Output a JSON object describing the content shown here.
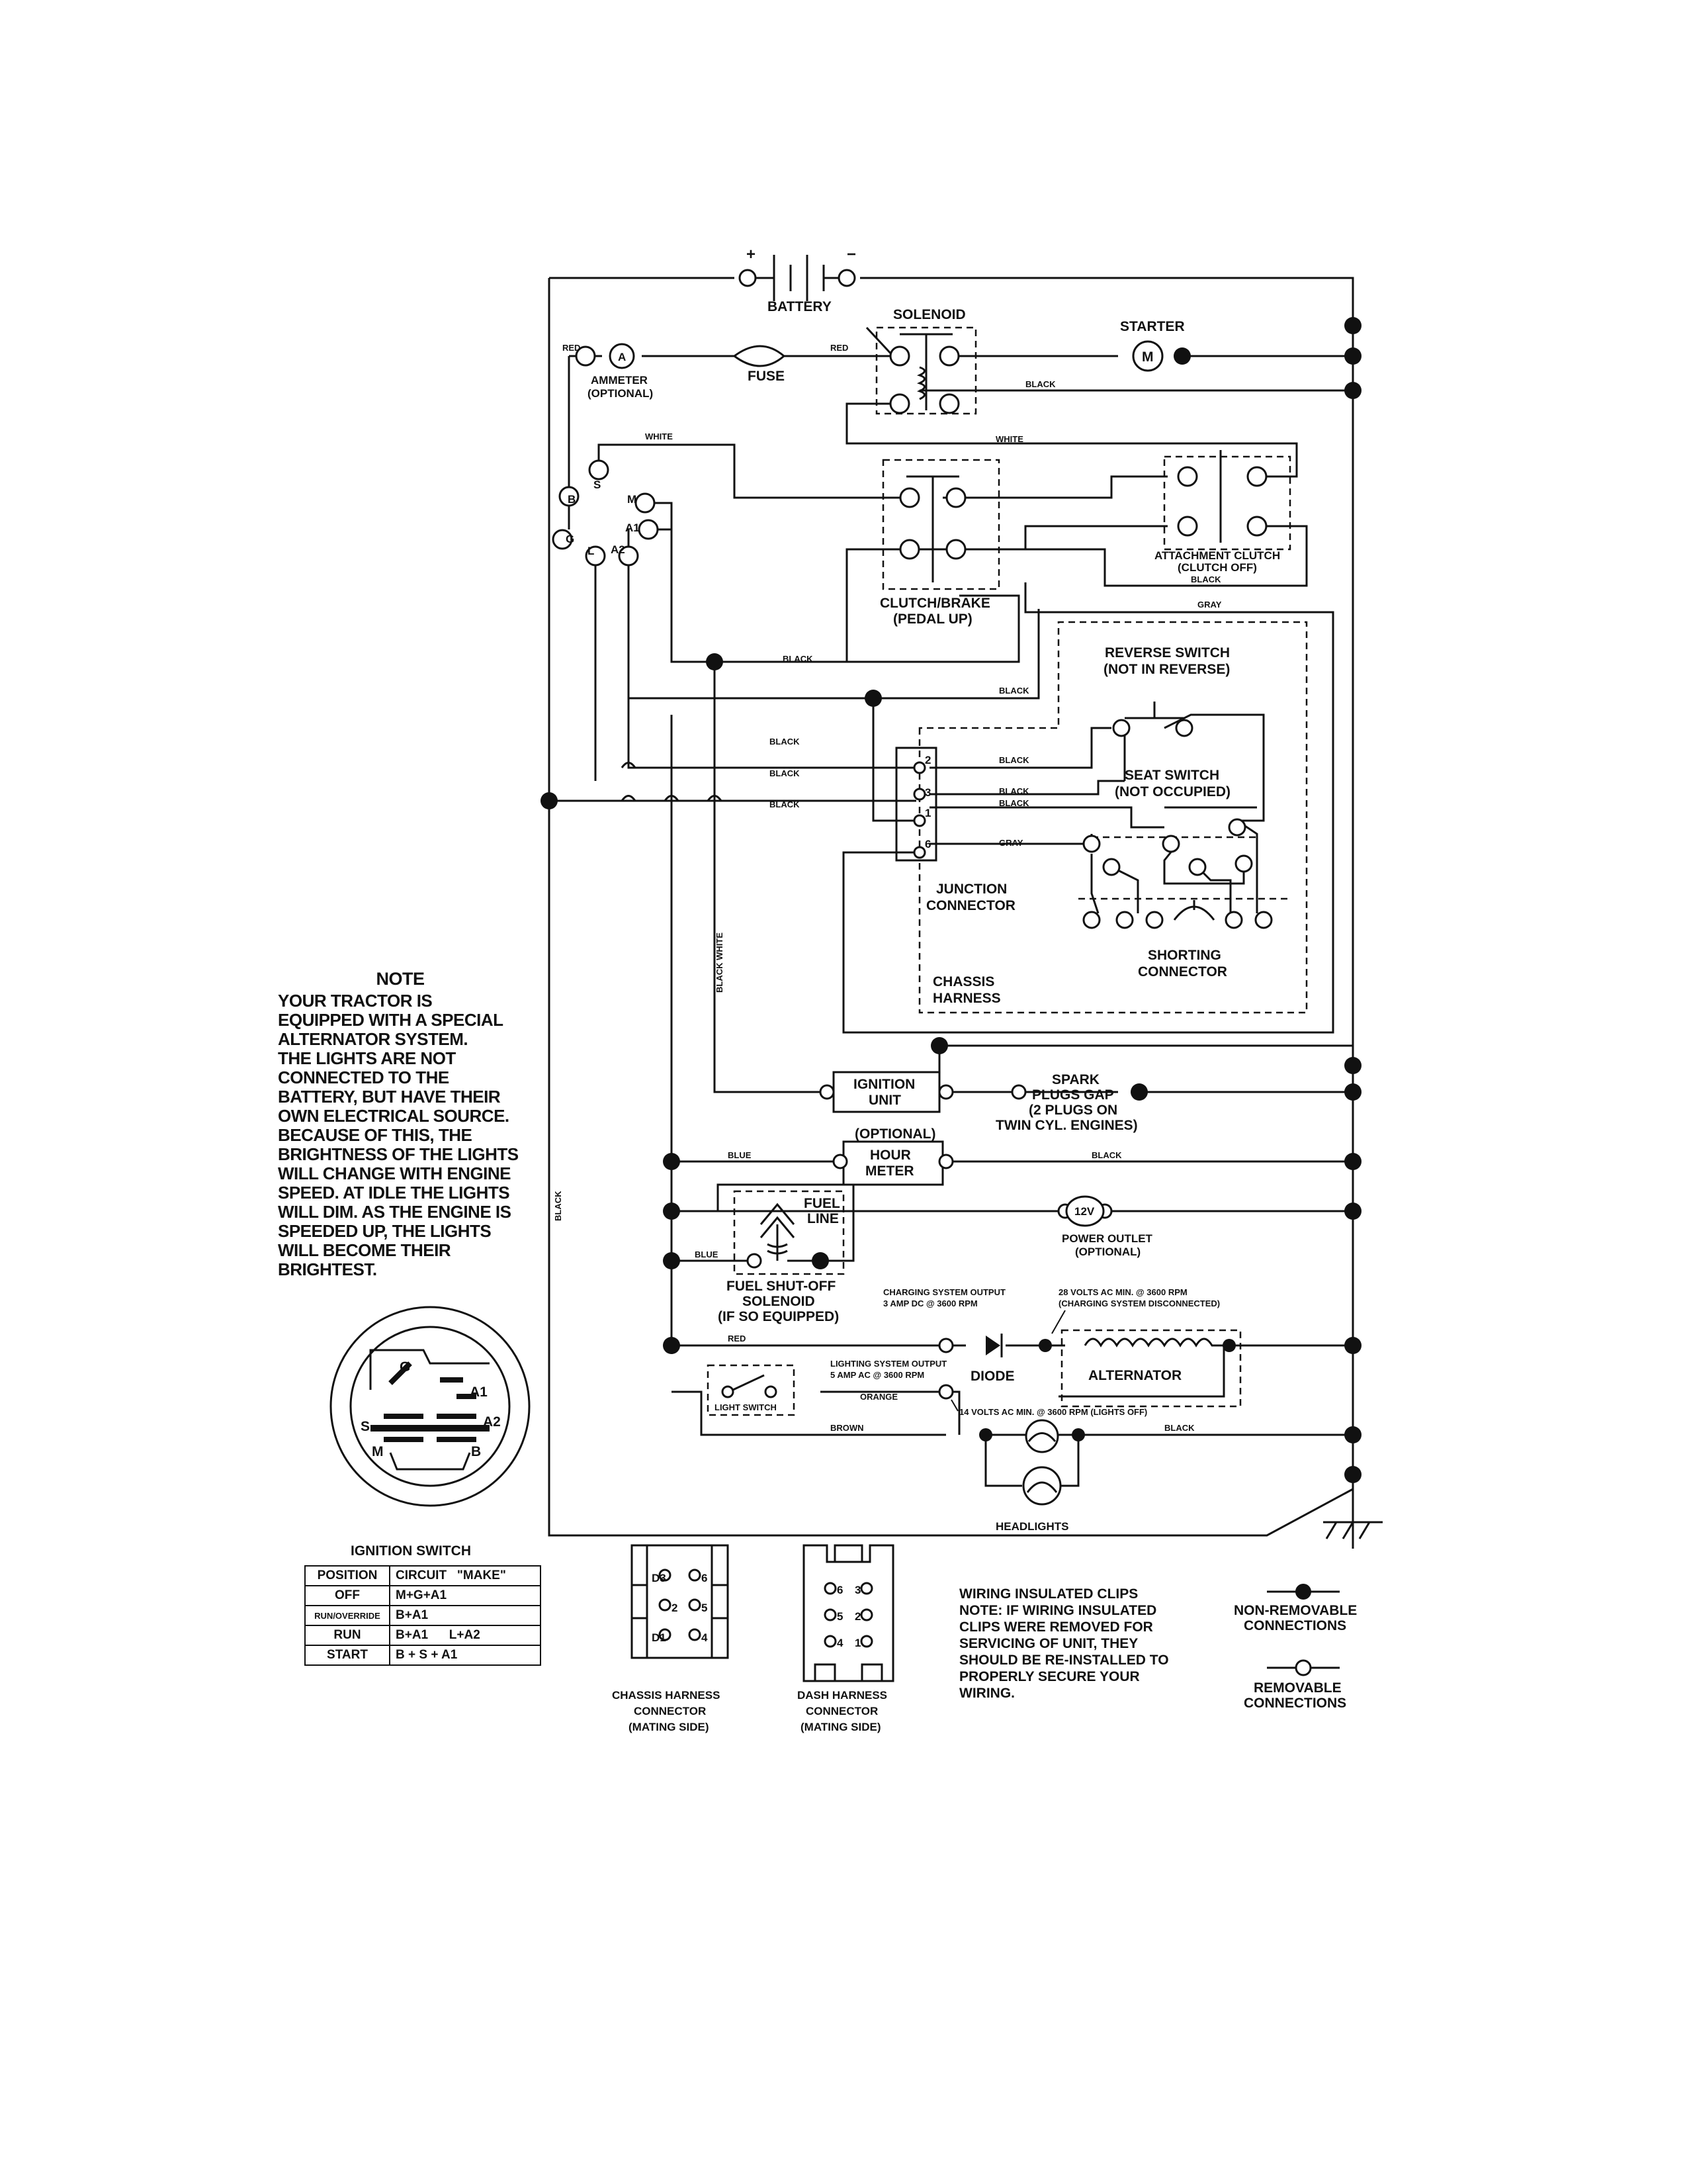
{
  "components": {
    "battery": "BATTERY",
    "battery_plus": "+",
    "battery_minus": "−",
    "solenoid": "SOLENOID",
    "starter": "STARTER",
    "starter_motor": "M",
    "ammeter_symbol": "A",
    "ammeter": "AMMETER",
    "ammeter_optional": "(OPTIONAL)",
    "fuse": "FUSE",
    "clutch_brake": "CLUTCH/BRAKE",
    "clutch_brake_sub": "(PEDAL UP)",
    "attachment_clutch": "ATTACHMENT CLUTCH",
    "attachment_clutch_sub": "(CLUTCH OFF)",
    "reverse_switch": "REVERSE SWITCH",
    "reverse_switch_sub": "(NOT IN REVERSE)",
    "seat_switch": "SEAT SWITCH",
    "seat_switch_sub": "(NOT OCCUPIED)",
    "junction_connector_1": "JUNCTION",
    "junction_connector_2": "CONNECTOR",
    "shorting_connector_1": "SHORTING",
    "shorting_connector_2": "CONNECTOR",
    "chassis_harness_1": "CHASSIS",
    "chassis_harness_2": "HARNESS",
    "ignition_unit_1": "IGNITION",
    "ignition_unit_2": "UNIT",
    "spark_1": "SPARK",
    "spark_2": "PLUGS GAP",
    "spark_3": "(2 PLUGS ON",
    "spark_4": "TWIN CYL. ENGINES)",
    "hour_meter_optional": "(OPTIONAL)",
    "hour_meter_1": "HOUR",
    "hour_meter_2": "METER",
    "fuel_line_1": "FUEL",
    "fuel_line_2": "LINE",
    "power_outlet_symbol": "12V",
    "power_outlet": "POWER OUTLET",
    "power_outlet_sub": "(OPTIONAL)",
    "fuel_solenoid_1": "FUEL SHUT-OFF",
    "fuel_solenoid_2": "SOLENOID",
    "fuel_solenoid_3": "(IF SO EQUIPPED)",
    "charging_output_1": "CHARGING SYSTEM OUTPUT",
    "charging_output_2": "3 AMP DC @ 3600 RPM",
    "volts28_1": "28 VOLTS AC MIN. @ 3600 RPM",
    "volts28_2": "(CHARGING SYSTEM DISCONNECTED)",
    "diode": "DIODE",
    "alternator": "ALTERNATOR",
    "lighting_output_1": "LIGHTING SYSTEM OUTPUT",
    "lighting_output_2": "5 AMP AC @ 3600 RPM",
    "light_switch": "LIGHT SWITCH",
    "volts14": "14 VOLTS AC MIN. @ 3600 RPM (LIGHTS OFF)",
    "headlights": "HEADLIGHTS"
  },
  "ignition_terminals": {
    "s": "S",
    "b": "B",
    "m": "M",
    "a1": "A1",
    "g": "G",
    "l": "L",
    "a2": "A2"
  },
  "junction_pins": {
    "p2": "2",
    "p3": "3",
    "p1": "1",
    "p6": "6"
  },
  "wire_labels": {
    "red": "RED",
    "black": "BLACK",
    "white": "WHITE",
    "gray": "GRAY",
    "blue": "BLUE",
    "brown": "BROWN",
    "orange": "ORANGE",
    "black_white": "BLACK WHITE"
  },
  "note": {
    "title": "NOTE",
    "lines": [
      "YOUR TRACTOR IS",
      "EQUIPPED WITH A SPECIAL",
      "ALTERNATOR SYSTEM.",
      "THE LIGHTS ARE NOT",
      "CONNECTED TO THE",
      "BATTERY, BUT HAVE THEIR",
      "OWN ELECTRICAL SOURCE.",
      "BECAUSE OF THIS, THE",
      "BRIGHTNESS OF THE LIGHTS",
      "WILL CHANGE WITH ENGINE",
      "SPEED.  AT IDLE THE LIGHTS",
      "WILL DIM.  AS THE ENGINE IS",
      "SPEEDED UP, THE LIGHTS",
      "WILL BECOME THEIR",
      "BRIGHTEST."
    ]
  },
  "ignition_switch": {
    "title": "IGNITION SWITCH",
    "face_labels": {
      "g": "G",
      "a1": "A1",
      "a2": "A2",
      "s": "S",
      "m": "M",
      "b": "B"
    },
    "headers": {
      "position": "POSITION",
      "circuit": "CIRCUIT",
      "make": "\"MAKE\""
    },
    "rows": [
      {
        "position": "OFF",
        "circuit": "M+G+A1",
        "extra": ""
      },
      {
        "position": "RUN/OVERRIDE",
        "circuit": "B+A1",
        "extra": ""
      },
      {
        "position": "RUN",
        "circuit": "B+A1",
        "extra": "L+A2"
      },
      {
        "position": "START",
        "circuit": "B + S + A1",
        "extra": ""
      }
    ]
  },
  "chassis_harness_connector": {
    "pins": [
      "D3",
      "6",
      "2",
      "5",
      "D1",
      "4"
    ],
    "label_1": "CHASSIS HARNESS",
    "label_2": "CONNECTOR",
    "label_3": "(MATING SIDE)"
  },
  "dash_harness_connector": {
    "pins": [
      "6",
      "3",
      "5",
      "2",
      "4",
      "1"
    ],
    "label_1": "DASH HARNESS",
    "label_2": "CONNECTOR",
    "label_3": "(MATING SIDE)"
  },
  "wiring_note": [
    "WIRING INSULATED CLIPS",
    "NOTE: IF WIRING INSULATED",
    "CLIPS WERE REMOVED FOR",
    "SERVICING OF UNIT, THEY",
    "SHOULD BE RE-INSTALLED TO",
    "PROPERLY SECURE YOUR",
    "WIRING."
  ],
  "legend": {
    "non_removable_1": "NON-REMOVABLE",
    "non_removable_2": "CONNECTIONS",
    "removable_1": "REMOVABLE",
    "removable_2": "CONNECTIONS"
  }
}
